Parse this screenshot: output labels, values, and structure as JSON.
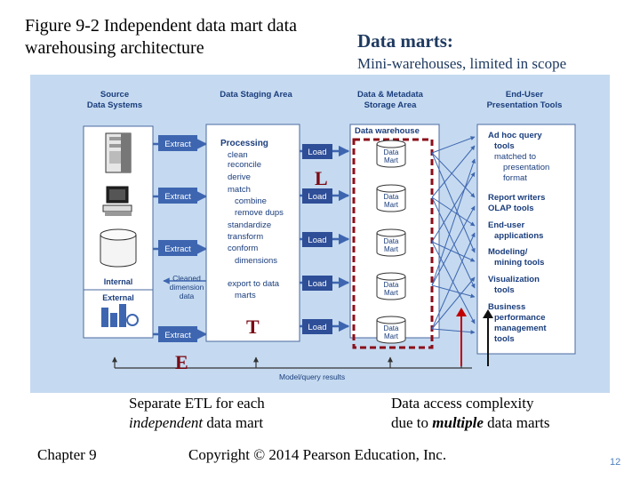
{
  "slide": {
    "title": "Figure 9-2 Independent data mart data warehousing architecture",
    "data_marts_heading": "Data marts:",
    "data_marts_subtitle": "Mini-warehouses, limited in scope",
    "caption_left_1": "Separate ETL for each",
    "caption_left_2_em": "independent",
    "caption_left_2_rest": " data mart",
    "caption_right_1": "Data access complexity",
    "caption_right_2_pre": "due to ",
    "caption_right_2_em": "multiple",
    "caption_right_2_post": " data marts",
    "footer_chapter": "Chapter 9",
    "footer_copyright": "Copyright © 2014 Pearson Education, Inc.",
    "page_number": "12"
  },
  "diagram": {
    "col_source_1": "Source",
    "col_source_2": "Data Systems",
    "col_staging": "Data Staging Area",
    "col_storage_1": "Data & Metadata",
    "col_storage_2": "Storage Area",
    "col_enduser_1": "End-User",
    "col_enduser_2": "Presentation Tools",
    "extract_labels": [
      "Extract",
      "Extract",
      "Extract",
      "Extract"
    ],
    "load_labels": [
      "Load",
      "Load",
      "Load",
      "Load",
      "Load"
    ],
    "processing_title": "Processing",
    "processing_items": [
      "clean",
      "reconcile",
      "derive",
      "match",
      "combine",
      "remove dups",
      "standardize",
      "transform",
      "conform",
      "dimensions",
      "export to data",
      "marts"
    ],
    "internal_label": "Internal",
    "external_label": "External",
    "cleaned_dim_1": "Cleaned",
    "cleaned_dim_2": "dimension",
    "cleaned_dim_3": "data",
    "dw_label": "Data warehouse",
    "mart_label_1": "Data",
    "mart_label_2": "Mart",
    "enduser_tools": [
      [
        "Ad hoc query",
        "tools",
        "matched to",
        "presentation",
        "format"
      ],
      [
        "Report writers",
        "OLAP tools"
      ],
      [
        "End-user",
        "applications"
      ],
      [
        "Modeling/",
        "mining tools"
      ],
      [
        "Visualization",
        "tools"
      ],
      [
        "Business",
        "performance",
        "management",
        "tools"
      ]
    ],
    "model_query_results": "Model/query results",
    "letter_L": "L",
    "letter_T": "T",
    "letter_E": "E"
  },
  "colors": {
    "diagram_bg": "#c5daf0",
    "text_blue": "#1a3d7c",
    "arrow_blue": "#3e66b0",
    "extract_box": "#3e66b0",
    "load_box": "#2e4e98",
    "mart_box_dashed": "#8b0f1a",
    "heading_blue": "#1f3a60"
  }
}
